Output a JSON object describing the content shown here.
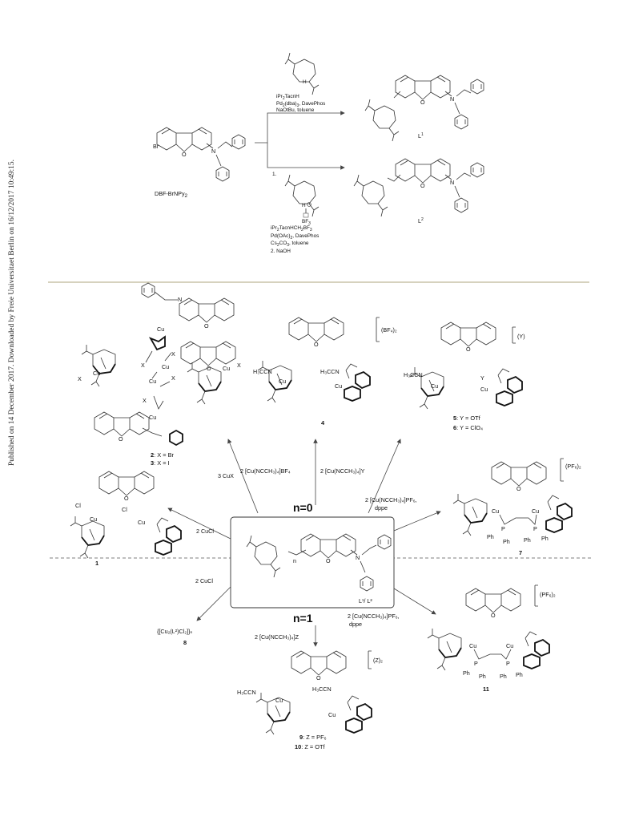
{
  "watermark": "Published on 14 December 2017. Downloaded by Freie Universitaet Berlin on 16/12/2017 10:49:15.",
  "synthesis": {
    "start_label": "DBF-BrNPy",
    "start_label_sub": "2",
    "atom_br": "Br",
    "atom_o": "O",
    "atom_n": "N",
    "atom_h": "H",
    "upper_reagent_name": "iPr",
    "upper_reagent_name_sub": "2",
    "upper_reagent_name_rest": "TacnH",
    "upper_conditions_1": "Pd",
    "upper_conditions_1_sub": "2",
    "upper_conditions_1_mid": "(dba)",
    "upper_conditions_1_sub2": "3",
    "upper_conditions_1_rest": ", DavePhos",
    "upper_conditions_2": "NaOtBu, toluene",
    "product_upper": "L",
    "product_upper_sup": "1",
    "lower_step": "1.",
    "lower_reagent_name": "iPr",
    "lower_reagent_name_sub": "2",
    "lower_reagent_name_rest": "TacnHCH",
    "lower_reagent_name_sub2": "2",
    "lower_reagent_name_end": "BF",
    "lower_reagent_name_sub3": "3",
    "lower_bf3": "BF",
    "lower_bf3_sub": "3",
    "lower_conditions_1": "Pd(OAc)",
    "lower_conditions_1_sub": "2",
    "lower_conditions_1_rest": ", DavePhos",
    "lower_conditions_2": "Cs",
    "lower_conditions_2_sub": "2",
    "lower_conditions_2_mid": "CO",
    "lower_conditions_2_sub2": "3",
    "lower_conditions_2_rest": ", toluene",
    "lower_step2": "2. NaOH",
    "product_lower": "L",
    "product_lower_sup": "2"
  },
  "scheme": {
    "n0": "n=0",
    "n1": "n=1",
    "ligand_label": "L¹/ L²",
    "ligand_n": "n",
    "arrows": {
      "to_2_3": "3 CuX",
      "to_4": "2 [Cu(NCCH₃)₄]BF₄",
      "to_5_6": "2 [Cu(NCCH₃)₄]Y",
      "to_7_a": "2 [Cu(NCCH₃)₄]PF₆,",
      "to_7_b": "dppe",
      "to_1": "2 CuCl",
      "to_8": "2 CuCl",
      "to_9_10": "2 [Cu(NCCH₃)₄]Z",
      "to_11_a": "2 [Cu(NCCH₃)₄]PF₆,",
      "to_11_b": "dppe"
    },
    "compounds": {
      "c1": {
        "num": "1",
        "ligands": [
          "Cl",
          "Cl"
        ]
      },
      "c2_3": {
        "line1_num": "2",
        "line1_rest": ": X = Br",
        "line2_num": "3",
        "line2_rest": ": X = I",
        "x": "X"
      },
      "c4": {
        "num": "4",
        "counter": "(BF₄)₂",
        "solv": "H₃CCN"
      },
      "c5_6": {
        "line1_num": "5",
        "line1_rest": ": Y = OTf",
        "line2_num": "6",
        "line2_rest": ": Y = ClO₄",
        "counter": "(Y)",
        "y": "Y",
        "solv": "H₃CCN"
      },
      "c7": {
        "num": "7",
        "counter": "(PF₆)₂",
        "ph": "Ph",
        "p": "P"
      },
      "c8": {
        "num": "8",
        "formula": "{[Cu₂(L²)Cl₂]}ₙ"
      },
      "c9_10": {
        "line1_num": "9",
        "line1_rest": ": Z = PF₆",
        "line2_num": "10",
        "line2_rest": ": Z = OTf",
        "counter": "(Z)₂",
        "solv": "H₃CCN"
      },
      "c11": {
        "num": "11",
        "counter": "(PF₆)₂",
        "ph": "Ph",
        "p": "P"
      }
    },
    "atoms": {
      "cu": "Cu",
      "n": "N",
      "o": "O"
    }
  }
}
